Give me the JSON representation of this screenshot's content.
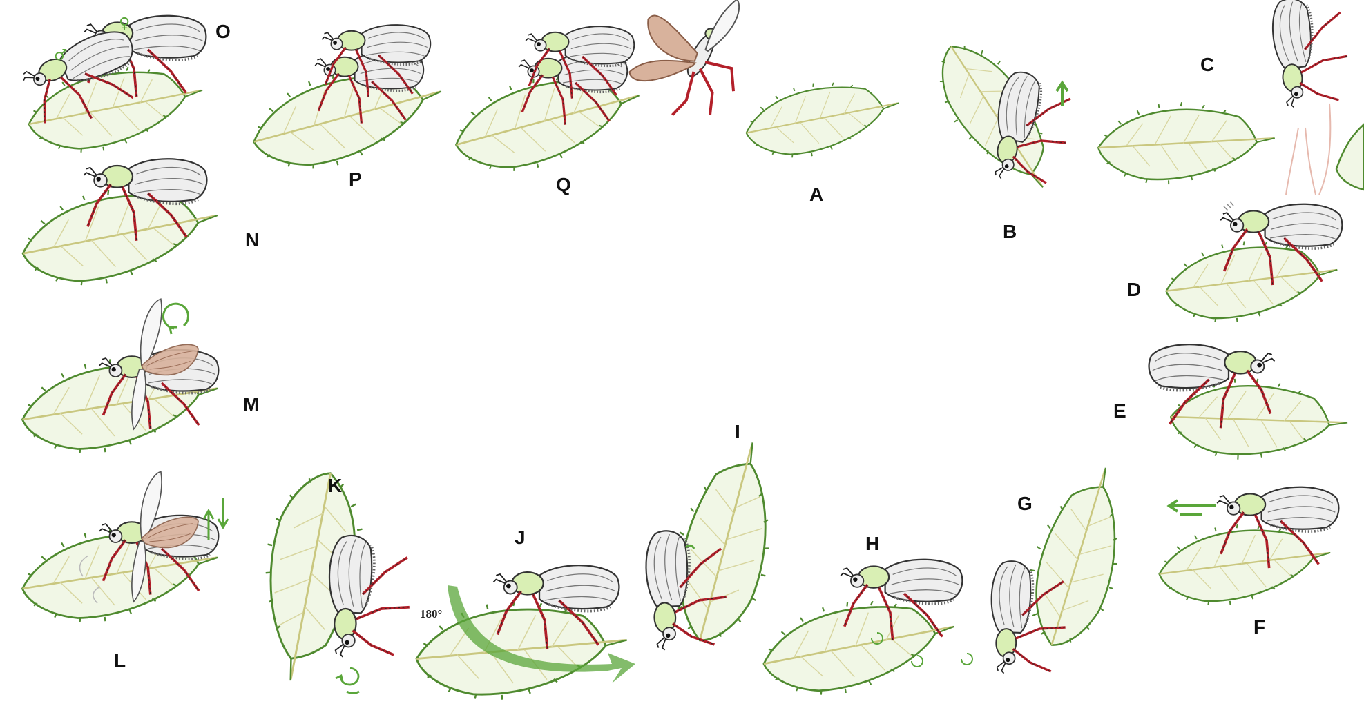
{
  "panels": {
    "A": "A",
    "B": "B",
    "C": "C",
    "D": "D",
    "E": "E",
    "F": "F",
    "G": "G",
    "H": "H",
    "I": "I",
    "J": "J",
    "K": "K",
    "L": "L",
    "M": "M",
    "N": "N",
    "O": "O",
    "P": "P",
    "Q": "Q"
  },
  "annotations": {
    "male_symbol": "♂",
    "female_symbol": "♀",
    "rotation_label": "180°"
  },
  "colors": {
    "leaf_fill": "#f1f7e6",
    "leaf_edge": "#4f8a2f",
    "leaf_vein": "#c9c77f",
    "beetle_body": "#eeeeee",
    "beetle_outline": "#333333",
    "pronotum": "#d9efb4",
    "leg": "#b3202a",
    "hindwing": "#d8b29c",
    "arrow": "#5aa63a"
  }
}
